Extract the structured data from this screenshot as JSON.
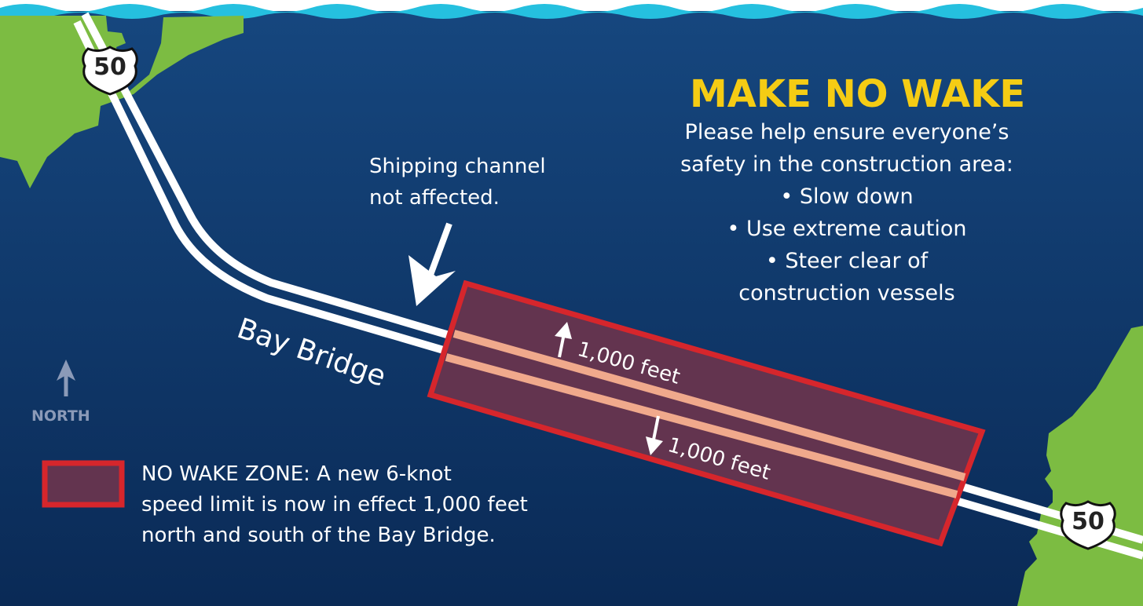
{
  "title": "MAKE NO WAKE",
  "info": {
    "lines": [
      "Please help ensure everyone’s",
      "safety in the construction area:",
      "• Slow down",
      "• Use extreme caution",
      "• Steer clear of",
      "construction vessels"
    ]
  },
  "shipping_note": [
    "Shipping channel",
    "not affected."
  ],
  "bridge_label": "Bay Bridge",
  "distance_labels": [
    "1,000 feet",
    "1,000 feet"
  ],
  "route_shield": "50",
  "north_label": "NORTH",
  "legend": {
    "lines": [
      "NO WAKE ZONE: A new 6-knot",
      "speed limit is now in effect 1,000 feet",
      "north and south of the Bay Bridge."
    ]
  },
  "colors": {
    "water_top": "#16477f",
    "water_bottom": "#0a2a56",
    "land": "#7cbc42",
    "wave": "#25c0df",
    "zone_fill": "#63344f",
    "zone_border": "#d6262c",
    "title": "#f5cc14"
  }
}
